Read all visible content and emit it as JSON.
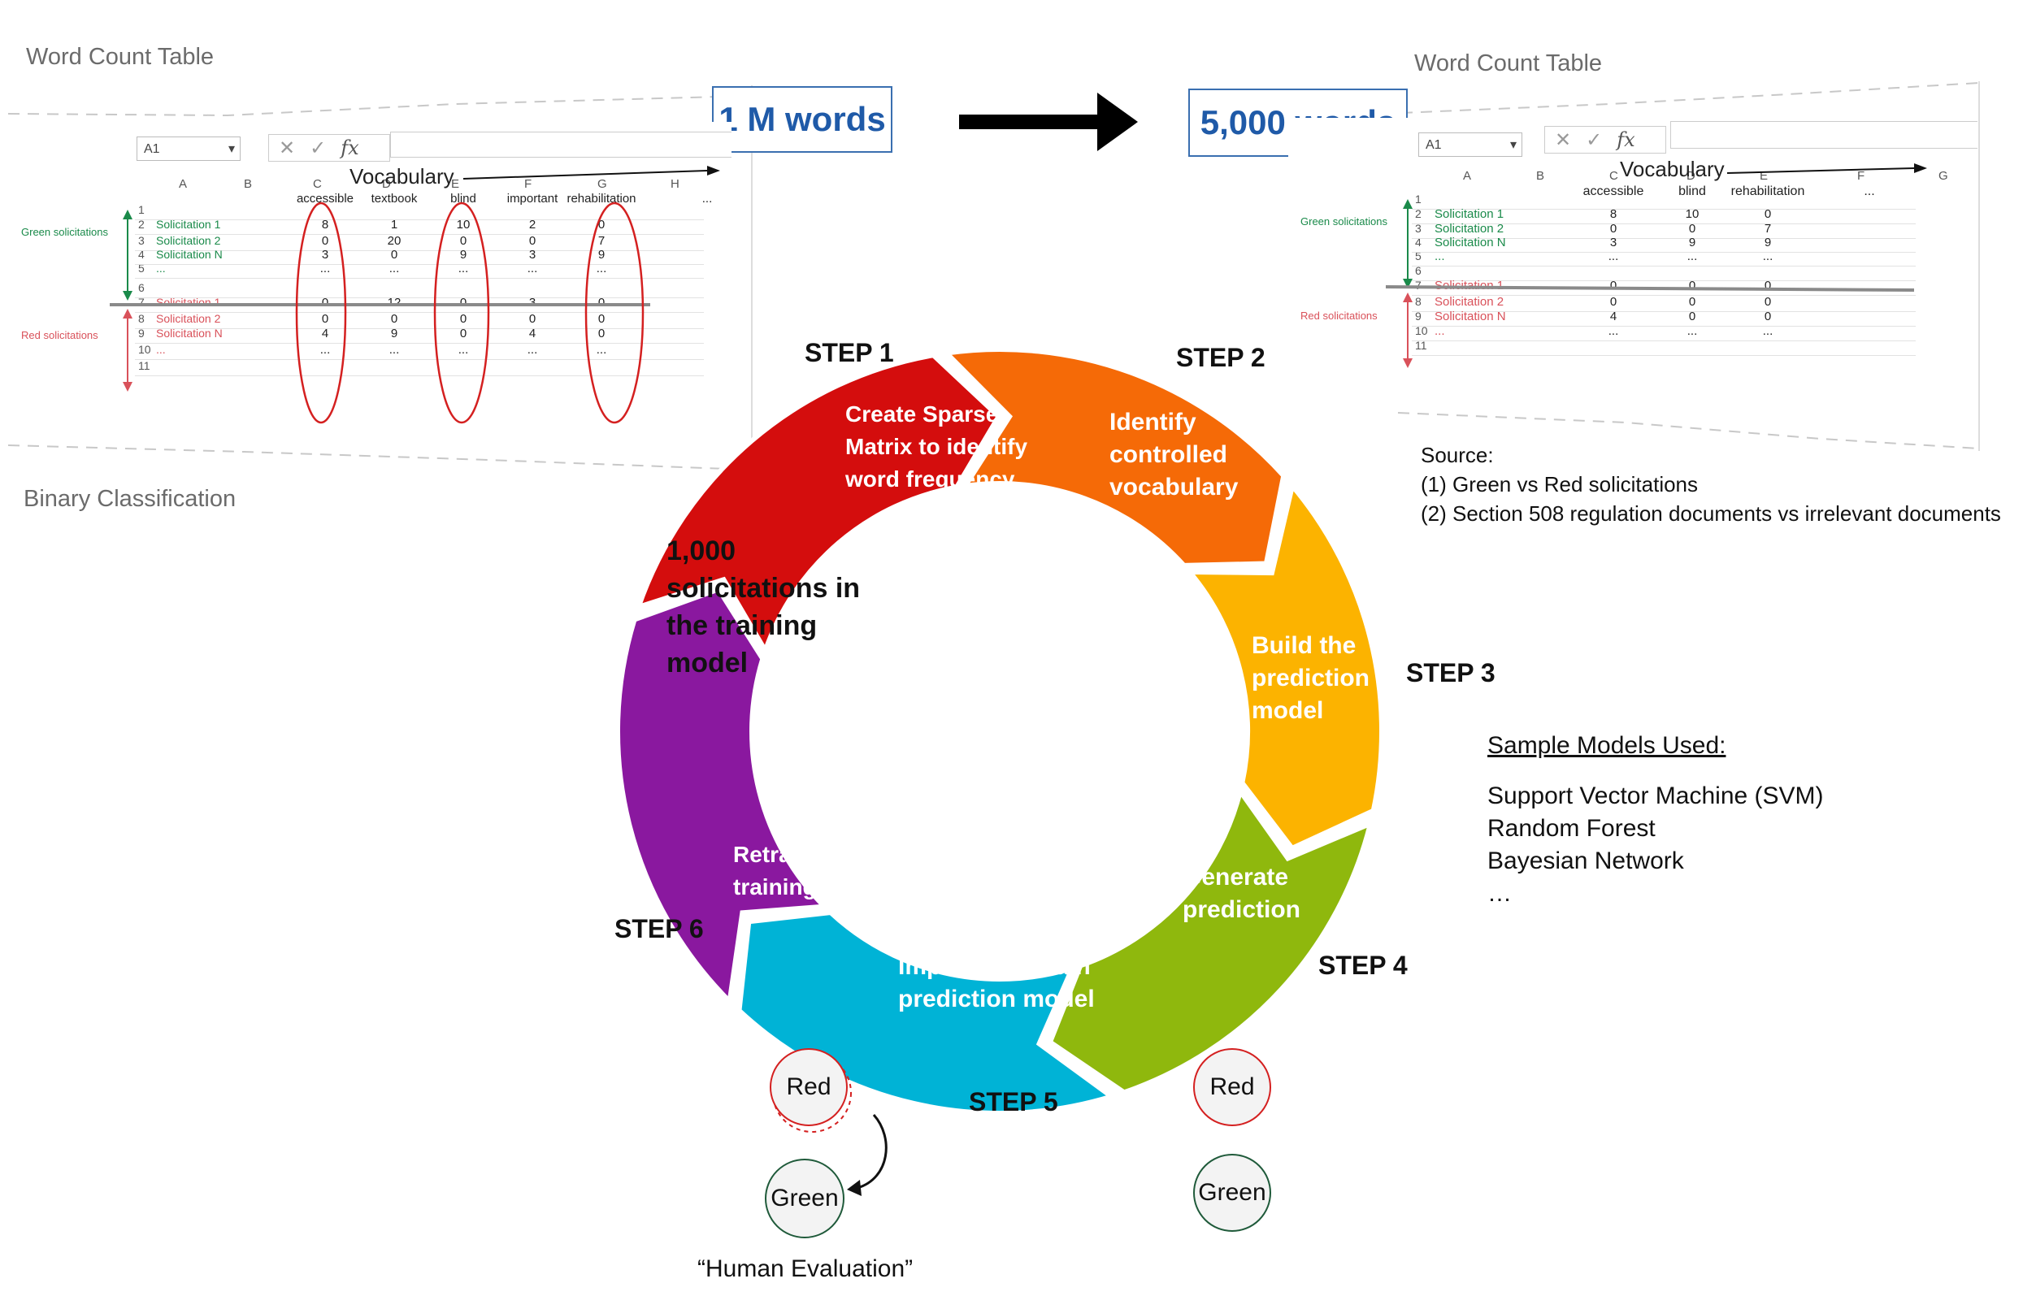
{
  "left_table": {
    "title": "Word Count Table",
    "cell_ref": "A1",
    "fx": "fx",
    "vocab_label": "Vocabulary",
    "col_letters": [
      "A",
      "B",
      "C",
      "D",
      "E",
      "F",
      "G",
      "H"
    ],
    "headers": [
      "accessible",
      "textbook",
      "blind",
      "important",
      "rehabilitation",
      "..."
    ],
    "green_label": "Green solicitations",
    "red_label": "Red solicitations",
    "row_numbers": [
      "1",
      "2",
      "3",
      "4",
      "5",
      "6",
      "7",
      "8",
      "9",
      "10",
      "11"
    ],
    "green_rows": [
      {
        "name": "Solicitation 1",
        "vals": [
          "8",
          "1",
          "10",
          "2",
          "0"
        ]
      },
      {
        "name": "Solicitation 2",
        "vals": [
          "0",
          "20",
          "0",
          "0",
          "7"
        ]
      },
      {
        "name": "Solicitation N",
        "vals": [
          "3",
          "0",
          "9",
          "3",
          "9"
        ]
      },
      {
        "name": "...",
        "vals": [
          "...",
          "...",
          "...",
          "...",
          "..."
        ]
      }
    ],
    "red_rows": [
      {
        "name": "Solicitation 1",
        "vals": [
          "0",
          "12",
          "0",
          "3",
          "0"
        ]
      },
      {
        "name": "Solicitation 2",
        "vals": [
          "0",
          "0",
          "0",
          "0",
          "0"
        ]
      },
      {
        "name": "Solicitation N",
        "vals": [
          "4",
          "9",
          "0",
          "4",
          "0"
        ]
      },
      {
        "name": "...",
        "vals": [
          "...",
          "...",
          "...",
          "...",
          "..."
        ]
      }
    ]
  },
  "right_table": {
    "title": "Word Count Table",
    "cell_ref": "A1",
    "fx": "fx",
    "vocab_label": "Vocabulary",
    "col_letters": [
      "A",
      "B",
      "C",
      "D",
      "E",
      "F",
      "G"
    ],
    "headers": [
      "accessible",
      "blind",
      "rehabilitation",
      "..."
    ],
    "green_label": "Green solicitations",
    "red_label": "Red solicitations",
    "row_numbers": [
      "1",
      "2",
      "3",
      "4",
      "5",
      "6",
      "7",
      "8",
      "9",
      "10",
      "11"
    ],
    "green_rows": [
      {
        "name": "Solicitation 1",
        "vals": [
          "8",
          "10",
          "0"
        ]
      },
      {
        "name": "Solicitation 2",
        "vals": [
          "0",
          "0",
          "7"
        ]
      },
      {
        "name": "Solicitation N",
        "vals": [
          "3",
          "9",
          "9"
        ]
      },
      {
        "name": "...",
        "vals": [
          "...",
          "...",
          "..."
        ]
      }
    ],
    "red_rows": [
      {
        "name": "Solicitation 1",
        "vals": [
          "0",
          "0",
          "0"
        ]
      },
      {
        "name": "Solicitation 2",
        "vals": [
          "0",
          "0",
          "0"
        ]
      },
      {
        "name": "Solicitation N",
        "vals": [
          "4",
          "0",
          "0"
        ]
      },
      {
        "name": "...",
        "vals": [
          "...",
          "...",
          "..."
        ]
      }
    ]
  },
  "words_before": "1 M words",
  "words_after": "5,000 words",
  "binary_title": "Binary Classification",
  "source": {
    "label": "Source:",
    "items": [
      "(1)  Green vs Red solicitations",
      "(2)  Section 508 regulation documents vs irrelevant documents"
    ]
  },
  "center_text": [
    "1,000",
    "solicitations in",
    "the training",
    "model"
  ],
  "steps": [
    {
      "label": "STEP 1",
      "text": [
        "Create Sparse",
        "Matrix to identify",
        "word frequency"
      ],
      "color": "#8a189f"
    },
    {
      "label": "STEP 2",
      "text": [
        "Identify",
        "controlled",
        "vocabulary"
      ],
      "color": "#d40d0d"
    },
    {
      "label": "STEP 3",
      "text": [
        "Build the",
        "prediction",
        "model"
      ],
      "color": "#f56a07"
    },
    {
      "label": "STEP 4",
      "text": [
        "Generate",
        "prediction"
      ],
      "color": "#fcb300"
    },
    {
      "label": "STEP 5",
      "text": [
        "Improve/ Retrain",
        "prediction model"
      ],
      "color": "#8fb80d"
    },
    {
      "label": "STEP 6",
      "text": [
        "Retrain the",
        "training model"
      ],
      "color": "#00b3d6"
    }
  ],
  "sample_models": {
    "heading": "Sample Models Used:",
    "items": [
      "Support Vector Machine (SVM)",
      "Random Forest",
      "Bayesian Network",
      "…"
    ]
  },
  "circles": {
    "red": "Red",
    "green": "Green"
  },
  "human_eval": "“Human Evaluation”",
  "colors": {
    "green_text": "#1a8a4a",
    "red_text": "#d9515a",
    "blue_box": "#1f5aa8",
    "oval": "#d42020"
  }
}
